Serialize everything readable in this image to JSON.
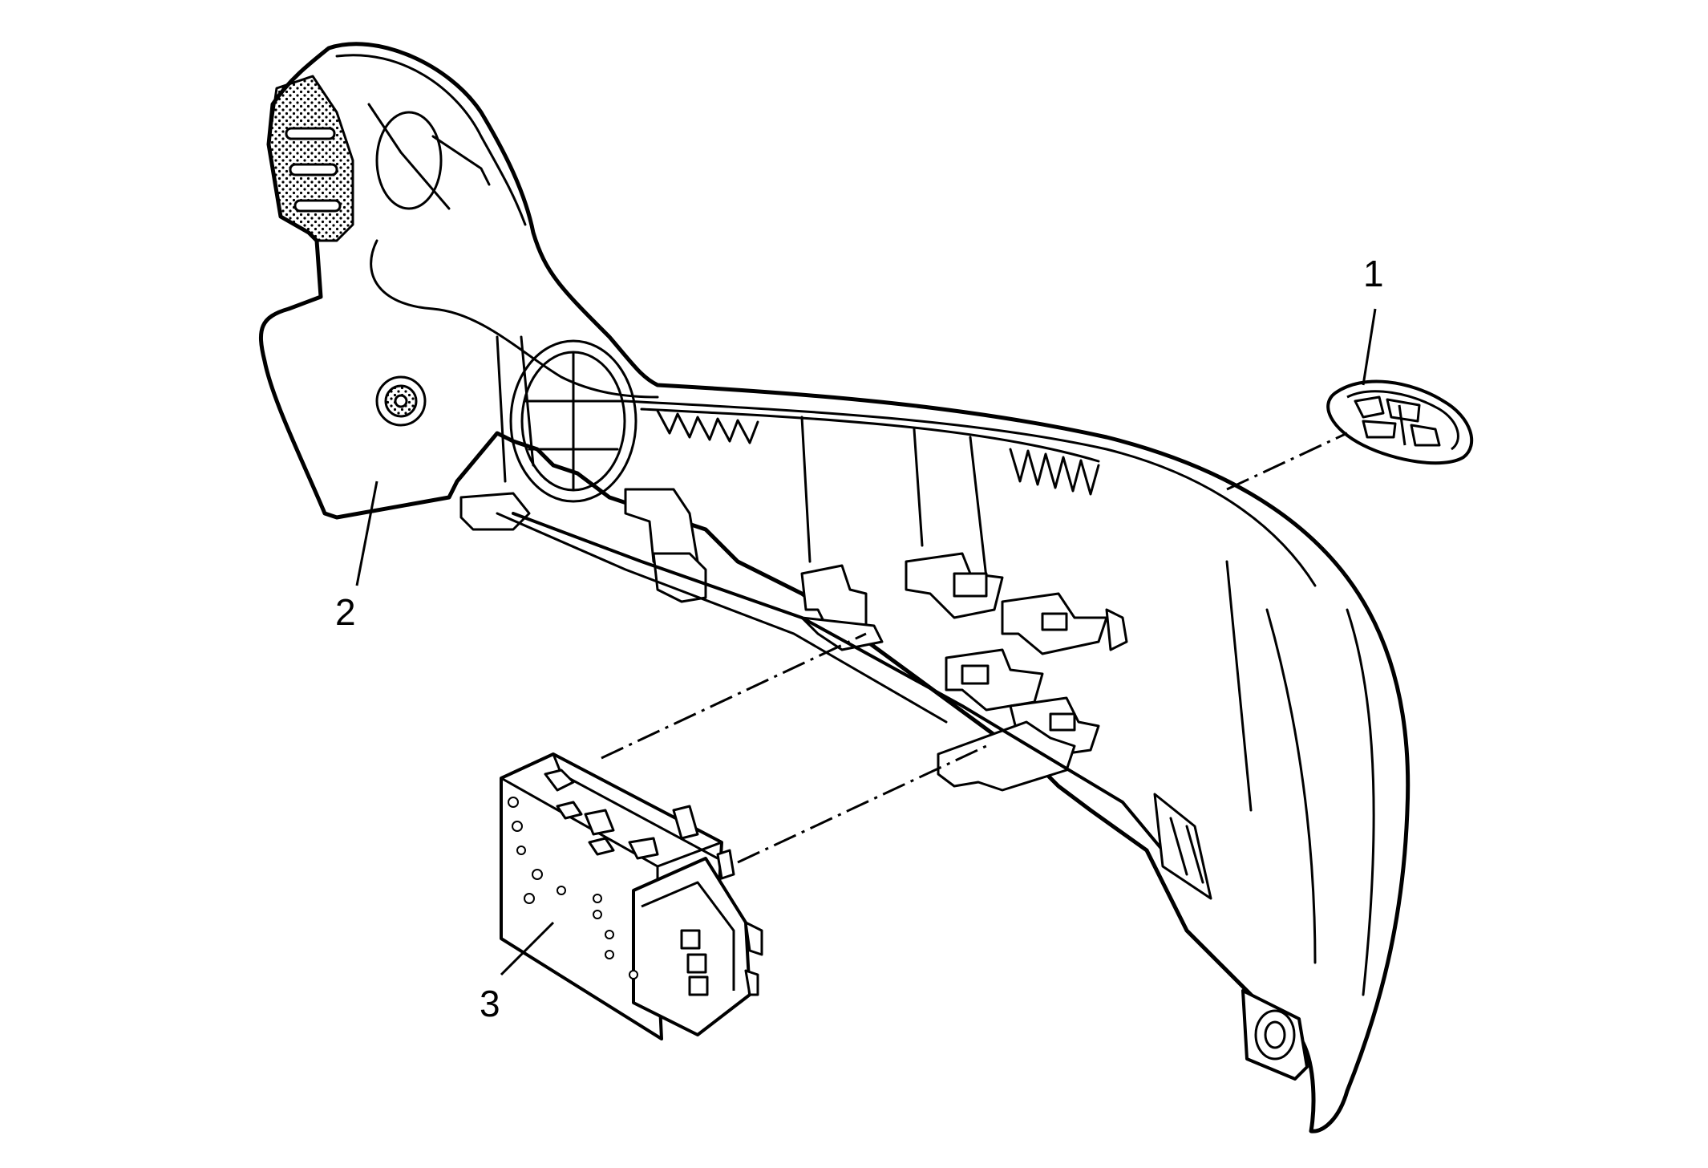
{
  "callouts": {
    "item1": "1",
    "item2": "2",
    "item3": "3"
  },
  "colors": {
    "line": "#000000",
    "fill": "#ffffff"
  }
}
